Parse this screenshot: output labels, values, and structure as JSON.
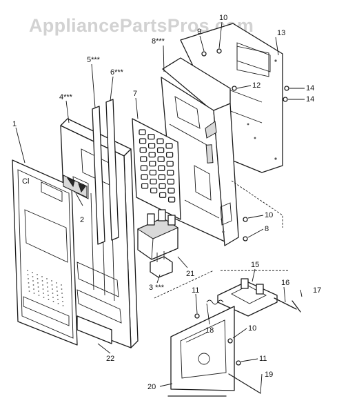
{
  "watermark": "AppliancePartsPros.com",
  "callouts": [
    {
      "id": "c1",
      "text": "1"
    },
    {
      "id": "c2",
      "text": "2"
    },
    {
      "id": "c3",
      "text": "3 ***"
    },
    {
      "id": "c4",
      "text": "4***"
    },
    {
      "id": "c5",
      "text": "5***"
    },
    {
      "id": "c6",
      "text": "6***"
    },
    {
      "id": "c7",
      "text": "7"
    },
    {
      "id": "c8a",
      "text": "8***"
    },
    {
      "id": "c8b",
      "text": "8"
    },
    {
      "id": "c9",
      "text": "9"
    },
    {
      "id": "c10a",
      "text": "10"
    },
    {
      "id": "c10b",
      "text": "10"
    },
    {
      "id": "c10c",
      "text": "10"
    },
    {
      "id": "c11a",
      "text": "11"
    },
    {
      "id": "c11b",
      "text": "11"
    },
    {
      "id": "c12",
      "text": "12"
    },
    {
      "id": "c13",
      "text": "13"
    },
    {
      "id": "c14a",
      "text": "14"
    },
    {
      "id": "c14b",
      "text": "14"
    },
    {
      "id": "c15",
      "text": "15"
    },
    {
      "id": "c16",
      "text": "16"
    },
    {
      "id": "c17",
      "text": "17"
    },
    {
      "id": "c18",
      "text": "18"
    },
    {
      "id": "c19",
      "text": "19"
    },
    {
      "id": "c20",
      "text": "20"
    },
    {
      "id": "c21",
      "text": "21"
    },
    {
      "id": "c22",
      "text": "22"
    }
  ]
}
